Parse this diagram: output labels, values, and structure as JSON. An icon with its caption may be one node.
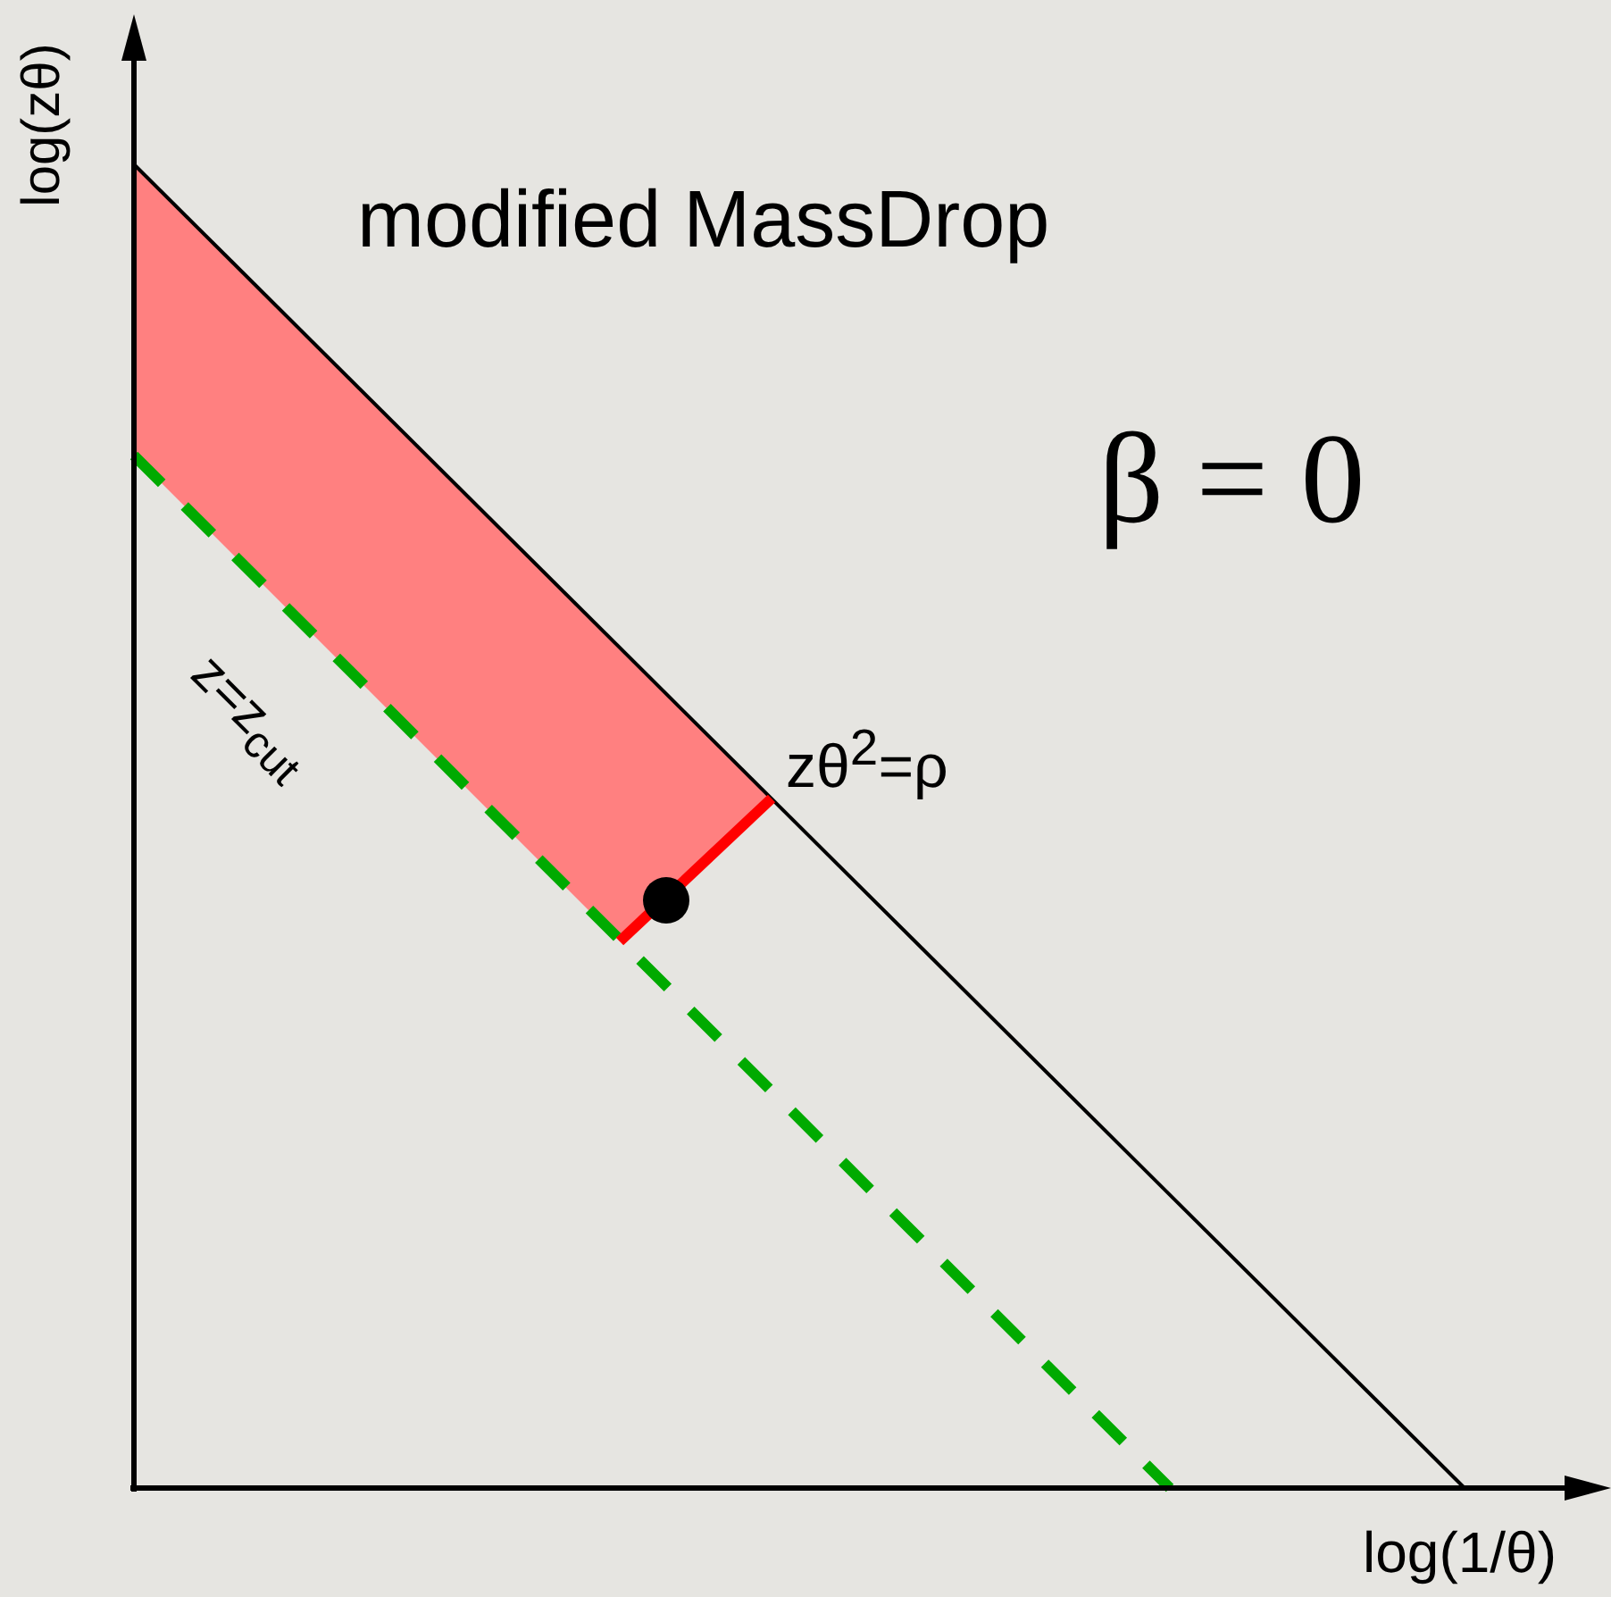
{
  "diagram": {
    "title": "modified MassDrop",
    "labels": [
      "log(zθ)",
      "β = 0",
      "z=z$_{cut}$",
      "zθ$^{2}$=ρ",
      "log(1/θ)"
    ]
  }
}
